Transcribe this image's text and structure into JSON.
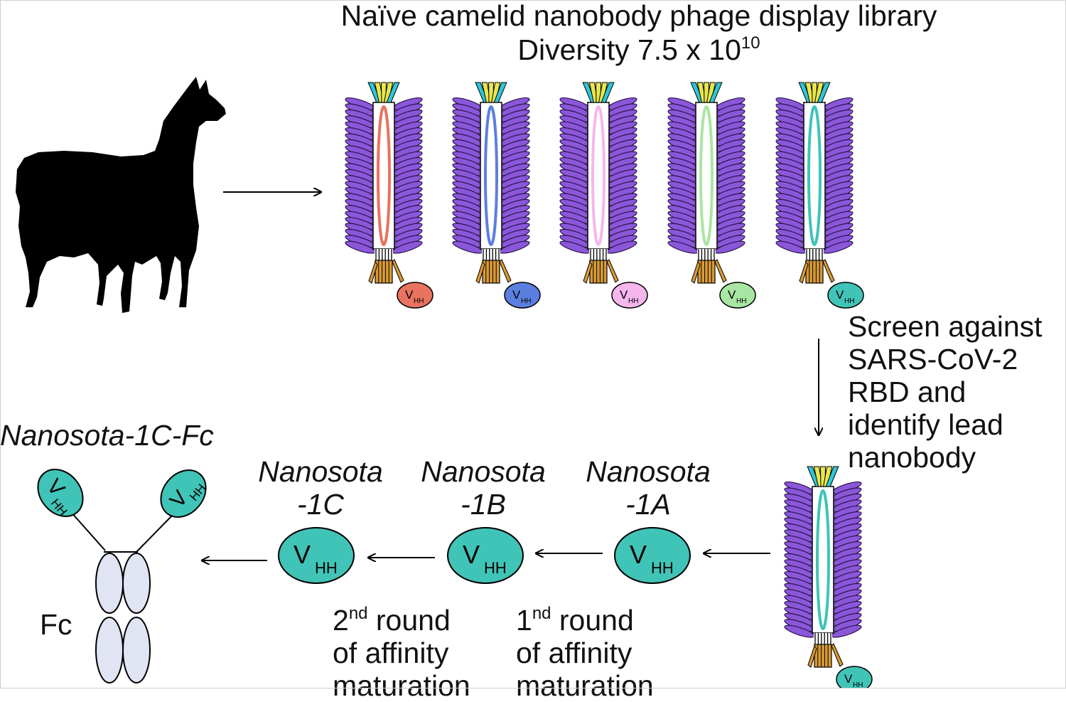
{
  "title": {
    "line1": "Naïve camelid nanobody phage display library",
    "line2_prefix": "Diversity 7.5 x 10",
    "line2_exponent": "10"
  },
  "screen_step": {
    "lines": [
      "Screen against",
      "SARS-CoV-2",
      "RBD and",
      "identify lead",
      "nanobody"
    ]
  },
  "vhh_label": {
    "main": "V",
    "sub": "HH"
  },
  "library_phages": [
    {
      "id": "red",
      "color": "#e8735e",
      "ring": "#e8735e"
    },
    {
      "id": "blue",
      "color": "#5b7fe0",
      "ring": "#5b7fe0"
    },
    {
      "id": "pink",
      "color": "#f5b6ee",
      "ring": "#f5b6ee"
    },
    {
      "id": "green",
      "color": "#a8e6a3",
      "ring": "#a8e6a3"
    },
    {
      "id": "teal",
      "color": "#40c4b7",
      "ring": "#40c4b7"
    }
  ],
  "colors": {
    "coat_protein": "#8b57d9",
    "coat_outline": "#2a1450",
    "nanobody": "#40c4b7",
    "tail_fiber": "#d99a36",
    "tip_cyan": "#2fc6d8",
    "tip_yellow": "#e9e64f",
    "fc_domain": "#e1e4f3",
    "llama": "#000000"
  },
  "nanobodies": {
    "n1a": {
      "line1": "Nanosota",
      "line2": "-1A"
    },
    "n1b": {
      "line1": "Nanosota",
      "line2": "-1B"
    },
    "n1c": {
      "line1": "Nanosota",
      "line2": "-1C"
    }
  },
  "maturation_rounds": {
    "first": {
      "ordinal": "1",
      "suffix": "nd",
      "rest": " round",
      "line2": "of affinity",
      "line3": "maturation"
    },
    "second": {
      "ordinal": "2",
      "suffix": "nd",
      "rest": " round",
      "line2": "of affinity",
      "line3": "maturation"
    }
  },
  "fc_construct": {
    "title": "Nanosota-1C-Fc",
    "fc_label": "Fc"
  }
}
